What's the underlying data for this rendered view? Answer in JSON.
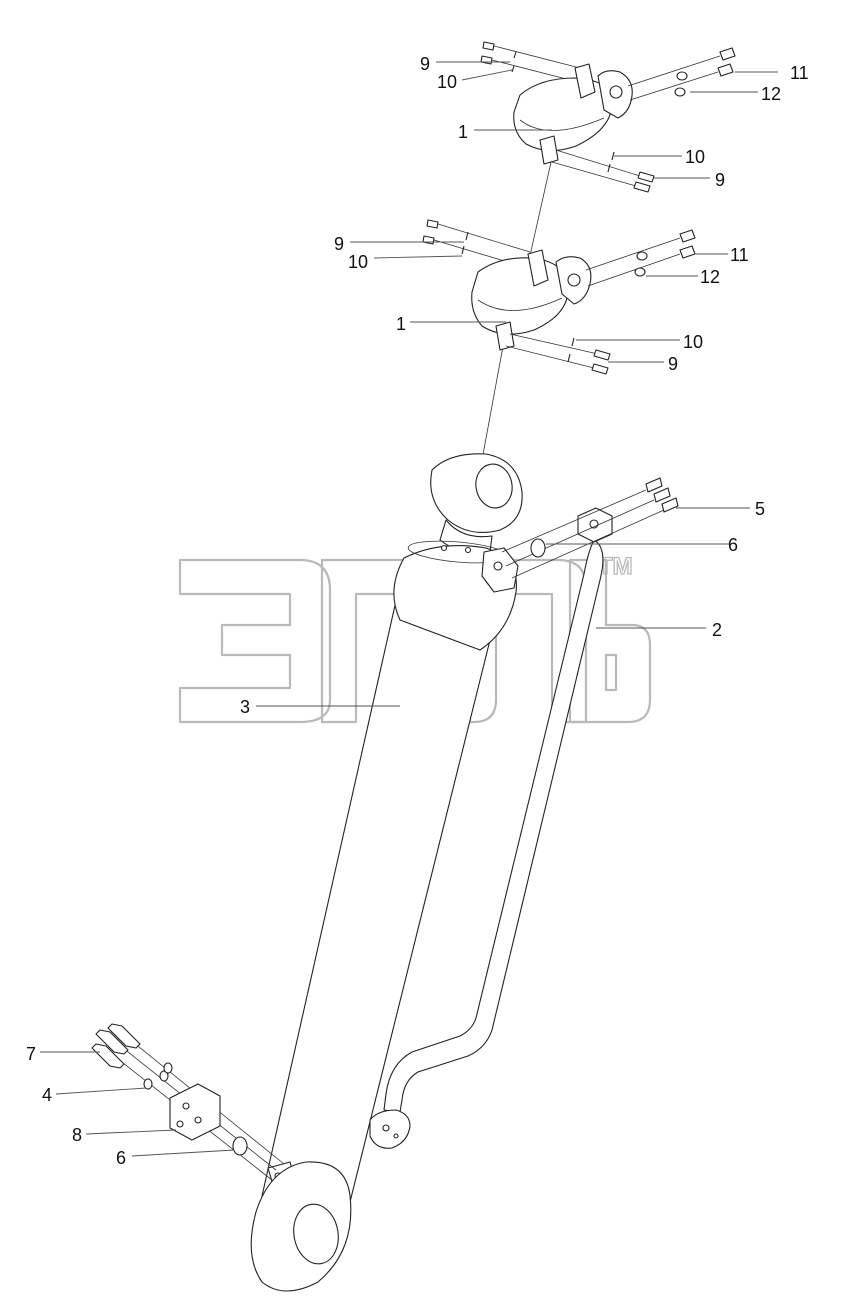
{
  "watermark": {
    "tm": "TM"
  },
  "callouts": [
    {
      "id": "c-9a",
      "text": "9"
    },
    {
      "id": "c-10a",
      "text": "10"
    },
    {
      "id": "c-1a",
      "text": "1"
    },
    {
      "id": "c-11a",
      "text": "11"
    },
    {
      "id": "c-12a",
      "text": "12"
    },
    {
      "id": "c-10b",
      "text": "10"
    },
    {
      "id": "c-9b",
      "text": "9"
    },
    {
      "id": "c-9c",
      "text": "9"
    },
    {
      "id": "c-10c",
      "text": "10"
    },
    {
      "id": "c-1b",
      "text": "1"
    },
    {
      "id": "c-11b",
      "text": "11"
    },
    {
      "id": "c-12b",
      "text": "12"
    },
    {
      "id": "c-10d",
      "text": "10"
    },
    {
      "id": "c-9d",
      "text": "9"
    },
    {
      "id": "c-5",
      "text": "5"
    },
    {
      "id": "c-6a",
      "text": "6"
    },
    {
      "id": "c-2",
      "text": "2"
    },
    {
      "id": "c-3",
      "text": "3"
    },
    {
      "id": "c-7",
      "text": "7"
    },
    {
      "id": "c-4",
      "text": "4"
    },
    {
      "id": "c-8",
      "text": "8"
    },
    {
      "id": "c-6b",
      "text": "6"
    }
  ]
}
